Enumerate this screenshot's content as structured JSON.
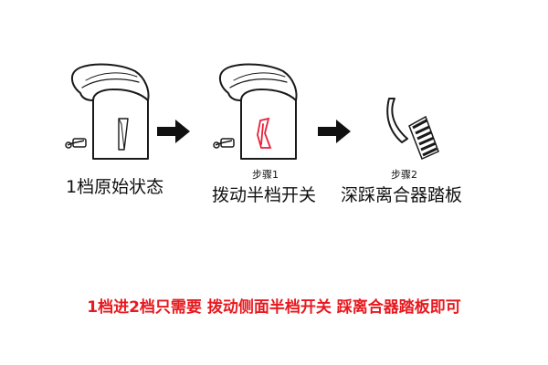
{
  "steps": [
    {
      "step_label": "",
      "caption": "1档原始状态"
    },
    {
      "step_label": "步骤1",
      "caption": "拨动半档开关"
    },
    {
      "step_label": "步骤2",
      "caption": "深踩离合器踏板"
    }
  ],
  "summary": {
    "text": "1档进2档只需要 拨动侧面半档开关 踩离合器踏板即可",
    "color": "#e8191f"
  },
  "colors": {
    "switch_highlight": "#e8213a",
    "outline": "#1a1a1a"
  }
}
